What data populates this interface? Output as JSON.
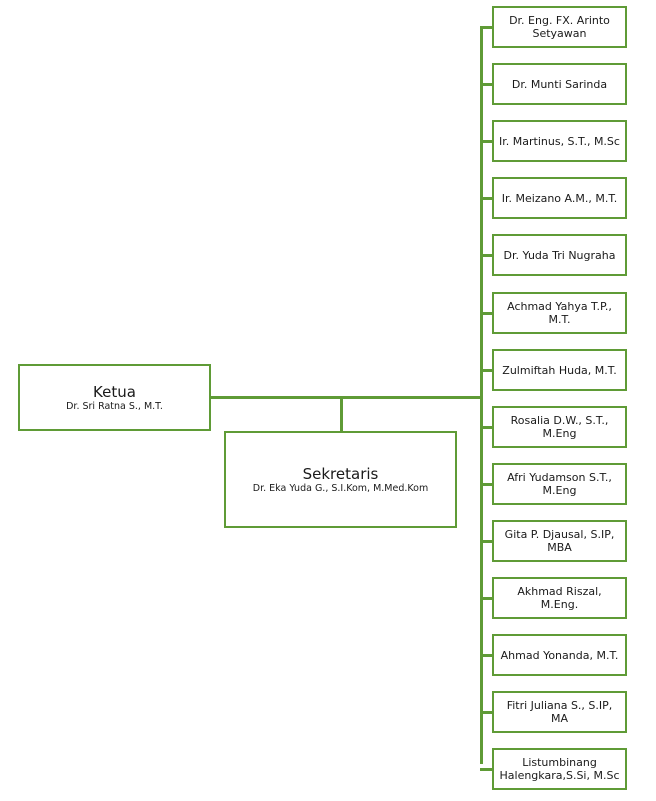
{
  "chairman": {
    "role": "Ketua",
    "name": "Dr. Sri Ratna S., M.T."
  },
  "secretary": {
    "role": "Sekretaris",
    "name": "Dr. Eka Yuda G., S.I.Kom, M.Med.Kom"
  },
  "members": [
    "Dr. Eng. FX. Arinto Setyawan",
    "Dr. Munti Sarinda",
    "Ir. Martinus, S.T., M.Sc",
    "Ir. Meizano A.M., M.T.",
    "Dr. Yuda Tri Nugraha",
    "Achmad Yahya T.P., M.T.",
    "Zulmiftah Huda, M.T.",
    "Rosalia D.W., S.T., M.Eng",
    "Afri Yudamson S.T., M.Eng",
    "Gita P. Djausal, S.IP, MBA",
    "Akhmad Riszal, M.Eng.",
    "Ahmad Yonanda, M.T.",
    "Fitri Juliana S., S.IP, MA",
    "Listumbinang Halengkara,S.Si, M.Sc"
  ],
  "colors": {
    "border": "#5f9b36"
  }
}
